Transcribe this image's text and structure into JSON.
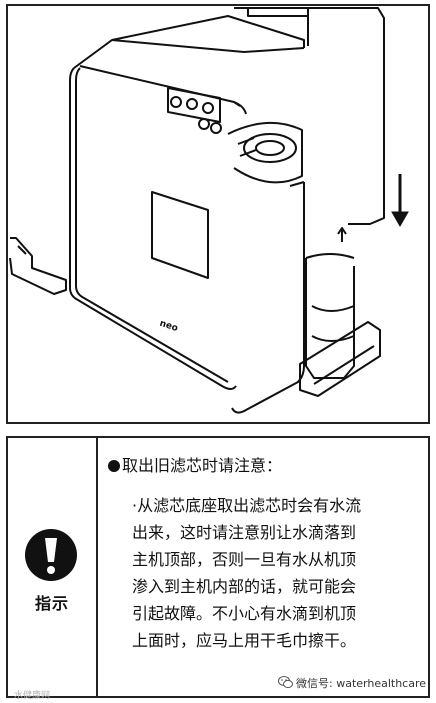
{
  "figure": {
    "panel_logo": "neo"
  },
  "notice": {
    "icon": "exclamation-circle-icon",
    "label": "指示",
    "title": "取出旧滤芯时请注意：",
    "lines": [
      "·从滤芯底座取出滤芯时会有水流",
      "出来，这时请注意别让水滴落到",
      "主机顶部，否则一旦有水从机顶",
      "渗入到主机内部的话，就可能会",
      "引起故障。不小心有水滴到机顶",
      "上面时，应马上用干毛巾擦干。"
    ]
  },
  "watermark": {
    "left_text": "水健康网",
    "right_text": "微信号: waterhealthcare",
    "icon": "wechat-icon"
  }
}
